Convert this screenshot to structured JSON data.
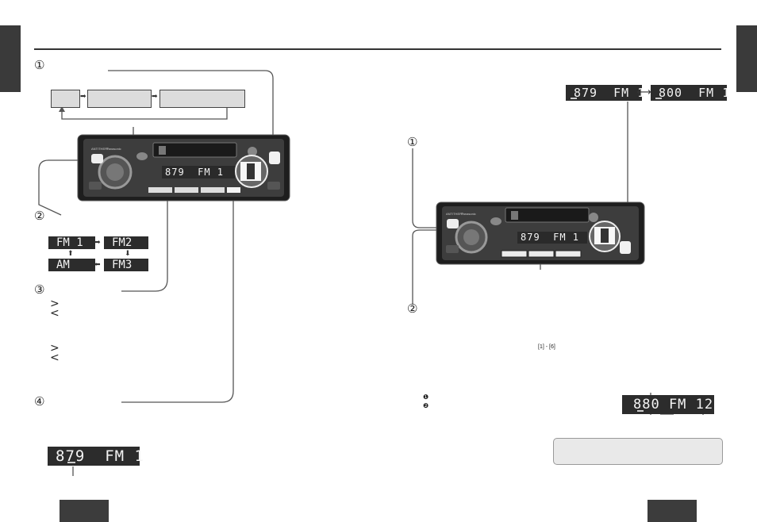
{
  "steps": {
    "one": "①",
    "two": "②",
    "three": "③",
    "four": "④"
  },
  "displays": {
    "stereo_display": "879  FM 1",
    "preset_a": "879  FM 1",
    "preset_b": "800  FM 1",
    "band_fm1": "FM 1",
    "band_fm2": "FM2",
    "band_am": "AM",
    "band_fm3": "FM3",
    "main_unit_left": "879  FM 1",
    "main_unit_right": "879  FM 1",
    "program_display": "880 FM 12"
  },
  "preset_range": "[1] - [6]",
  "bullets": {
    "first": "❶",
    "second": "❷"
  },
  "colors": {
    "lcd_bg": "#2c2c2c",
    "lcd_text": "#f4f4f4",
    "tab": "#3a3a3a",
    "flowbox": "#dcdcdc"
  },
  "icons": {
    "arrow_right": "➡",
    "arrow_up": "⬆",
    "arrow_down": "⬇",
    "arrow_left": "⬅",
    "double_arrow": "⟷",
    "gt": ">",
    "lt": "<"
  }
}
